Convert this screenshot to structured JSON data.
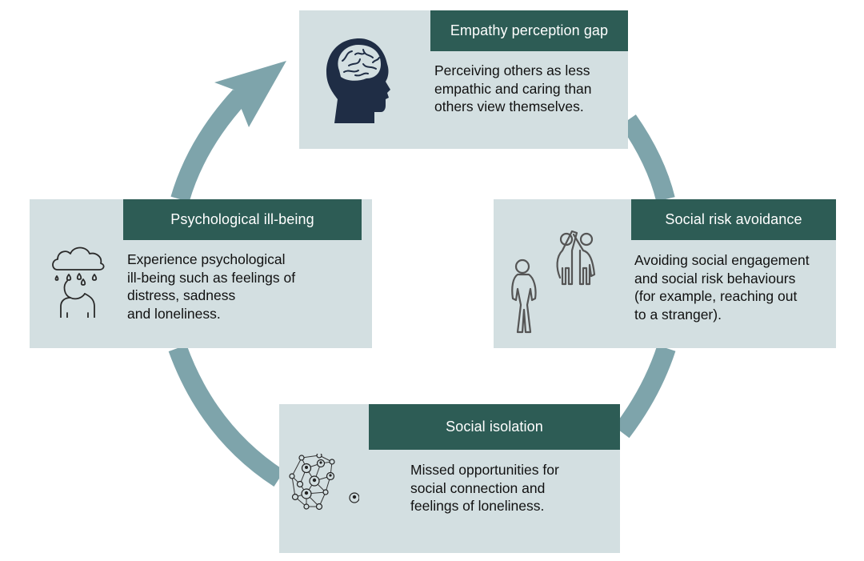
{
  "diagram": {
    "type": "cycle",
    "direction": "clockwise",
    "colors": {
      "card_background": "#d3dfe1",
      "header_background": "#2d5c55",
      "header_text": "#ffffff",
      "arrow": "#7ea4ab",
      "body_text": "#111111",
      "icon_dark": "#1f2d45",
      "icon_line": "#3a3a3a"
    },
    "stages": [
      {
        "id": "empathy",
        "title": "Empathy perception gap",
        "icon": "head-brain-icon",
        "lines": [
          "Perceiving others as less",
          "empathic and caring than",
          "others view themselves."
        ]
      },
      {
        "id": "risk",
        "title": "Social risk avoidance",
        "icon": "people-high-five-icon",
        "lines": [
          "Avoiding social engagement",
          "and social risk behaviours",
          "(for example, reaching out",
          "to a stranger)."
        ]
      },
      {
        "id": "isolation",
        "title": "Social isolation",
        "icon": "social-network-icon",
        "lines": [
          "Missed opportunities for",
          "social connection and",
          "feelings of loneliness."
        ]
      },
      {
        "id": "illbeing",
        "title": "Psychological ill-being",
        "icon": "rain-cloud-person-icon",
        "lines": [
          "Experience psychological",
          "ill-being such as feelings of",
          "distress, sadness",
          "and loneliness."
        ]
      }
    ]
  }
}
